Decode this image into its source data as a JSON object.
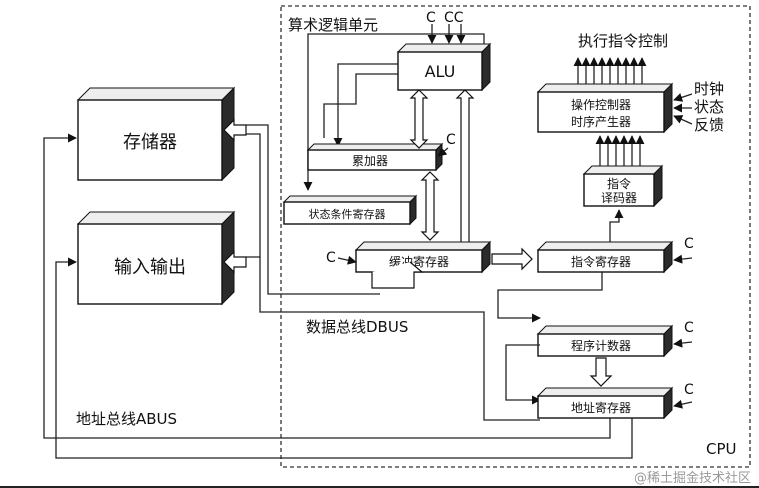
{
  "labels": {
    "alu_unit": "算术逻辑单元",
    "control_unit": "执行指令控制",
    "cpu": "CPU",
    "dbus": "数据总线DBUS",
    "abus": "地址总线ABUS",
    "memory": "存储器",
    "io": "输入输出",
    "alu": "ALU",
    "accumulator": "累加器",
    "status_register": "状态条件寄存器",
    "buffer_register": "缓冲寄存器",
    "instruction_register": "指令寄存器",
    "decoder_line1": "指令",
    "decoder_line2": "译码器",
    "op_controller_line1": "操作控制器",
    "op_controller_line2": "时序产生器",
    "program_counter": "程序计数器",
    "address_register": "地址寄存器",
    "clock": "时钟",
    "state": "状态",
    "feedback": "反馈",
    "ctrl_c": "C",
    "cc": "CC"
  },
  "watermark": "@稀土掘金技术社区",
  "colors": {
    "box_side": "#2b2b2b",
    "line": "#222222"
  }
}
